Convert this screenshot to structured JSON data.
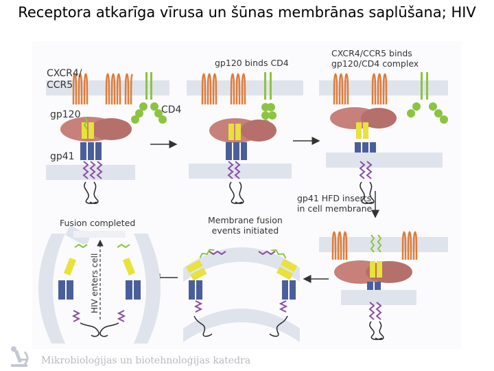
{
  "title": "Receptora atkarīga vīrusa un šūnas membrānas saplūšana; HIV",
  "labels": {
    "cxcr4_ccr5": "CXCR4/\nCCR5",
    "cd4": "CD4",
    "gp120": "gp120",
    "gp41": "gp41",
    "gp120_binds_cd4": "gp120 binds CD4",
    "cxcr4_binds": "CXCR4/CCR5 binds\ngp120/CD4 complex",
    "gp41_hfd": "gp41 HFD inserts\nin cell membrane",
    "membrane_fusion": "Membrane fusion\nevents initiated",
    "fusion_completed": "Fusion completed",
    "hiv_enters": "HIV enters cell"
  },
  "footer": {
    "text": "Mikrobioloģijas un biotehnoloģijas katedra"
  },
  "colors": {
    "receptor": "#e07b39",
    "cd4": "#8cc43f",
    "gp120": "#c8807a",
    "gp41_yellow": "#e8e23a",
    "gp41_blue": "#4a5f9a",
    "hfd_purple": "#8a4aa8",
    "membrane": "#dfe3ec"
  }
}
